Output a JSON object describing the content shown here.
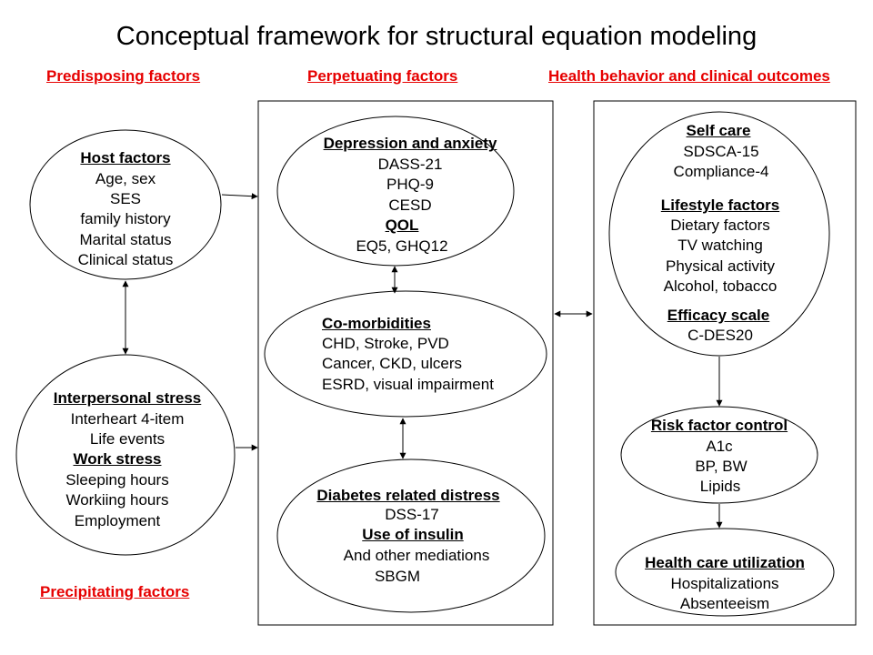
{
  "title": "Conceptual framework for structural equation modeling",
  "colors": {
    "section_heading": "#e60000",
    "line": "#000000"
  },
  "sections": {
    "predisposing": "Predisposing factors",
    "perpetuating": "Perpetuating factors",
    "outcomes": "Health behavior and clinical outcomes",
    "precipitating": "Precipitating factors"
  },
  "nodes": {
    "host": {
      "heading": "Host factors",
      "items": [
        "Age, sex",
        "SES",
        "family history",
        "Marital status",
        "Clinical status"
      ]
    },
    "stress": {
      "heading": "Interpersonal stress",
      "items": [
        "Interheart 4-item",
        "Life events"
      ],
      "heading2": "Work stress",
      "items2": [
        "Sleeping hours",
        "Workiing hours",
        "Employment"
      ]
    },
    "depression": {
      "heading": "Depression and anxiety",
      "items": [
        "DASS-21",
        "PHQ-9",
        "CESD"
      ],
      "heading2": "QOL",
      "items2": [
        "EQ5, GHQ12"
      ]
    },
    "comorbid": {
      "heading": "Co-morbidities",
      "items": [
        "CHD, Stroke, PVD",
        "Cancer, CKD, ulcers",
        "ESRD, visual impairment"
      ]
    },
    "distress": {
      "heading": "Diabetes related distress",
      "items": [
        "DSS-17"
      ],
      "heading2": "Use of insulin",
      "items2": [
        "And other mediations",
        "SBGM"
      ]
    },
    "selfcare": {
      "heading": "Self care",
      "items": [
        "SDSCA-15",
        "Compliance-4"
      ],
      "heading2": "Lifestyle factors",
      "items2": [
        "Dietary factors",
        "TV watching",
        "Physical activity",
        "Alcohol, tobacco"
      ],
      "heading3": "Efficacy scale",
      "items3": [
        "C-DES20"
      ]
    },
    "risk": {
      "heading": "Risk factor control",
      "items": [
        "A1c",
        "BP, BW",
        "Lipids"
      ]
    },
    "utilization": {
      "heading": "Health care utilization",
      "items": [
        "Hospitalizations",
        "Absenteeism"
      ]
    }
  }
}
